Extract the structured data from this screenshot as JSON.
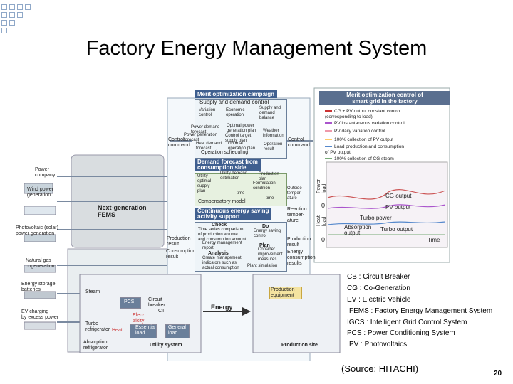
{
  "title": "Factory Energy Management System",
  "left_labels": {
    "power_company": "Power\ncompany",
    "wind": "Wind power\ngeneration",
    "pv": "Photovoltaic (solar)\npower generation",
    "gas": "Natural gas\ncogeneration",
    "storage": "Energy storage\nbatteries",
    "ev": "EV charging\nby excess power"
  },
  "fems_label": "Next-generation\nFEMS",
  "center": {
    "merit_header": "Merit optimization campaign",
    "supply_demand": "Supply and demand control",
    "variation_control": "Variation\ncontrol",
    "economic_operation": "Economic\noperation",
    "supply_demand_balance": "Supply and\ndemand\nbalance",
    "power_demand_forecast": "Power demand\nforecast",
    "optimal_power_generation": "Optimal power\ngeneration plan",
    "power_generation_forecast": "Power generation\nforecast",
    "control_target_supply_plan": "Control target\nsupply plan",
    "weather_information": "Weather\ninformation",
    "heat_demand_forecast": "Heat demand\nforecast",
    "optimal_operation_plan": "Optimal\noperation plan",
    "operation_result": "Operation\nresult",
    "operation_scheduling": "Operation scheduling",
    "control_command_left": "Control\ncommand",
    "control_command_right": "Control\ncommand",
    "demand_forecast_header": "Demand forecast from\nconsumption side",
    "utility_optimal_supply_plan": "Utility\noptimal\nsupply\nplan",
    "utility_demand_estimation": "Utility demand\nestimation",
    "production_plan": "Production\nplan",
    "formulation_condition": "Formulation\ncondition",
    "time1": "time",
    "time2": "time",
    "outside_temperature": "Outside\ntemper-\nature",
    "compensatory_model": "Compensatory model",
    "continuous_saving_header": "Continuous energy saving\nactivity support",
    "check": "Check",
    "check_desc": "Time series comparison\nof production volume\nand consumption amount",
    "do": "Do",
    "do_desc": "Energy saving\ncontrol",
    "energy_management_report": "Energy management\nreport",
    "analysis": "Analysis",
    "analysis_desc": "Create management\nindicators such as\nactual consumption",
    "plan": "Plan",
    "plan_desc": "Consider\nimprovement\nmeasures",
    "plant_simulation": "Plant simulation",
    "production_result": "Production\nresult",
    "consumption_result": "Consumption\nresult",
    "reaction_temperature": "Reaction\ntemper-\nature",
    "production_result_right": "Production\nresult",
    "energy_consumption_results": "Energy\nconsumption\nresults"
  },
  "bottom": {
    "steam": "Steam",
    "pcs": "PCS",
    "circuit_breaker": "Circuit\nbreaker",
    "electricity": "Elec-\ntricity",
    "ct": "CT",
    "turbo_refrigerator": "Turbo\nrefrigerator",
    "heat": "Heat",
    "essential_load": "Essential\nload",
    "general_load": "General\nload",
    "absorption_refrigerator": "Absorption\nrefrigerator",
    "utility_system": "Utility system",
    "energy": "Energy",
    "production_equipment": "Production\nequipment",
    "production_site": "Production site"
  },
  "merit_panel": {
    "header": "Merit optimization control of\nsmart grid in the factory",
    "legend": [
      "CG + PV output constant control\n(corresponding to load)",
      "PV instantaneous variation control",
      "PV daily variation control",
      "100% collection of PV output",
      "Load production and consumption\nof PV output",
      "100% collection of CG steam"
    ],
    "cg_output": "CG output",
    "pv_output": "PV output",
    "turbo_power": "Turbo power",
    "absorption_output": "Absorption\noutput",
    "turbo_output": "Turbo output",
    "time": "Time",
    "power_load": "Power\nload",
    "heat_load": "Heat\nload",
    "zero1": "0",
    "zero2": "0",
    "line_color": "#cc3333"
  },
  "abbreviations": [
    "CB : Circuit Breaker",
    "CG : Co-Generation",
    "EV : Electric Vehicle",
    "FEMS : Factory Energy Management System",
    "IGCS : Intelligent Grid Control System",
    "PCS : Power Conditioning System",
    "PV : Photovoltaics"
  ],
  "source": "(Source: HITACHI)",
  "page_number": "20"
}
